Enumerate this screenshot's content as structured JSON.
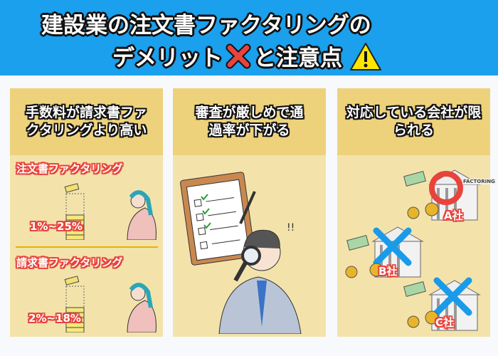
{
  "header": {
    "title_line1": "建設業の注文書ファクタリングの",
    "title_line2": "デメリット",
    "title_line2b": "と注意点",
    "icons": [
      "red-x-icon",
      "warning-icon"
    ],
    "background": "#1aa0ec"
  },
  "panels": [
    {
      "title": "手数料が請求書ファクタリングより高い",
      "sections": [
        {
          "label": "注文書ファクタリング",
          "fee": "1%~25%"
        },
        {
          "label": "請求書ファクタリング",
          "fee": "2%~18%"
        }
      ]
    },
    {
      "title": "審査が厳しめで通過率が下がる"
    },
    {
      "title": "対応している会社が限られる",
      "companies": [
        {
          "label": "A社",
          "status": "ok"
        },
        {
          "label": "B社",
          "status": "ng"
        },
        {
          "label": "C社",
          "status": "ng"
        }
      ],
      "building_sign": "FACTORING"
    }
  ],
  "colors": {
    "panel_header": "#eed27b",
    "panel_body": "#f3e3ab",
    "accent_red": "#e8433c",
    "cross_blue": "#1a9bea"
  }
}
